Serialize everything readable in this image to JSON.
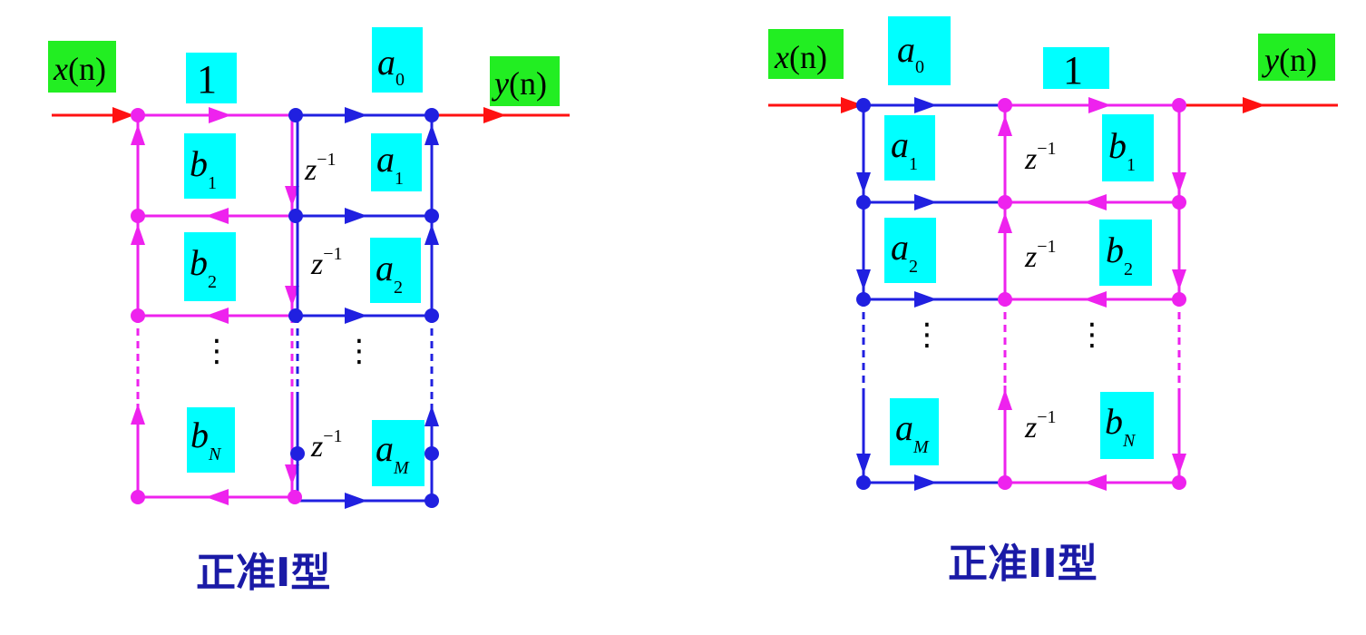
{
  "left": {
    "caption": "正准I型",
    "input": {
      "var": "x",
      "arg": "(n)"
    },
    "output": {
      "var": "y",
      "arg": "(n)"
    },
    "gain_one": "1",
    "a": [
      {
        "base": "a",
        "sub": "0"
      },
      {
        "base": "a",
        "sub": "1"
      },
      {
        "base": "a",
        "sub": "2"
      },
      {
        "base": "a",
        "sub": "M"
      }
    ],
    "b": [
      {
        "base": "b",
        "sub": "1"
      },
      {
        "base": "b",
        "sub": "2"
      },
      {
        "base": "b",
        "sub": "N"
      }
    ],
    "delay": {
      "base": "z",
      "exp": "−1"
    },
    "ellipsis": "⋮"
  },
  "right": {
    "caption": "正准II型",
    "input": {
      "var": "x",
      "arg": "(n)"
    },
    "output": {
      "var": "y",
      "arg": "(n)"
    },
    "gain_one": "1",
    "a": [
      {
        "base": "a",
        "sub": "0"
      },
      {
        "base": "a",
        "sub": "1"
      },
      {
        "base": "a",
        "sub": "2"
      },
      {
        "base": "a",
        "sub": "M"
      }
    ],
    "b": [
      {
        "base": "b",
        "sub": "1"
      },
      {
        "base": "b",
        "sub": "2"
      },
      {
        "base": "b",
        "sub": "N"
      }
    ],
    "delay": {
      "base": "z",
      "exp": "−1"
    },
    "ellipsis": "⋮"
  },
  "colors": {
    "blue": "#2020e0",
    "pink": "#ee22ee",
    "red": "#ff1111",
    "cyan_box": "#00ffff",
    "green_box": "#22ee22",
    "caption": "#1a1aa6"
  }
}
